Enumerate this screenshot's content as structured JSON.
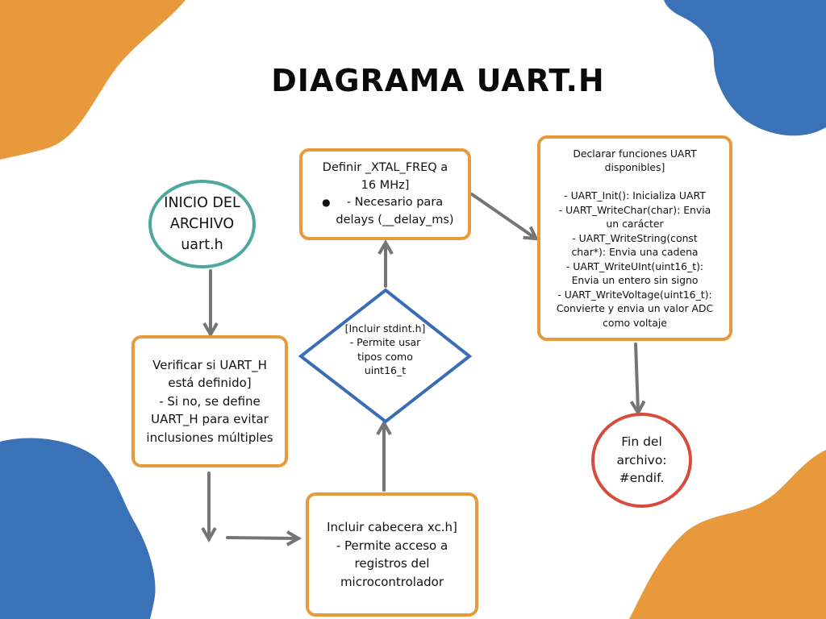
{
  "title": "DIAGRAMA UART.H",
  "colors": {
    "orange_blob": "#e8993c",
    "blue_blob": "#3a72b8",
    "box_border": "#e8993c",
    "start_border": "#4fa89d",
    "end_border": "#d84c3e",
    "decision_border": "#3a6db5",
    "arrow": "#757575"
  },
  "nodes": {
    "start": {
      "text": "INICIO DEL\nARCHIVO\nuart.h"
    },
    "verify": {
      "text": "Verificar si UART_H\nestá definido]\n- Si no, se define\nUART_H para evitar\ninclusiones múltiples"
    },
    "xc": {
      "text": "Incluir cabecera xc.h]\n- Permite acceso a\nregistros del\nmicrocontrolador"
    },
    "decision": {
      "text": "[Incluir stdint.h]\n- Permite usar\ntipos como\nuint16_t"
    },
    "xtal": {
      "line1": "Definir _XTAL_FREQ a\n16 MHz]",
      "bullet": "- Necesario para\ndelays (__delay_ms)"
    },
    "funcs": {
      "text": "Declarar funciones UART\ndisponibles]\n\n- UART_Init(): Inicializa UART\n- UART_WriteChar(char): Envia\nun carácter\n- UART_WriteString(const\nchar*): Envia una cadena\n- UART_WriteUInt(uint16_t):\nEnvia un entero sin signo\n- UART_WriteVoltage(uint16_t):\nConvierte y envia un valor ADC\ncomo voltaje"
    },
    "end": {
      "text": "Fin del\narchivo:\n#endif."
    }
  }
}
